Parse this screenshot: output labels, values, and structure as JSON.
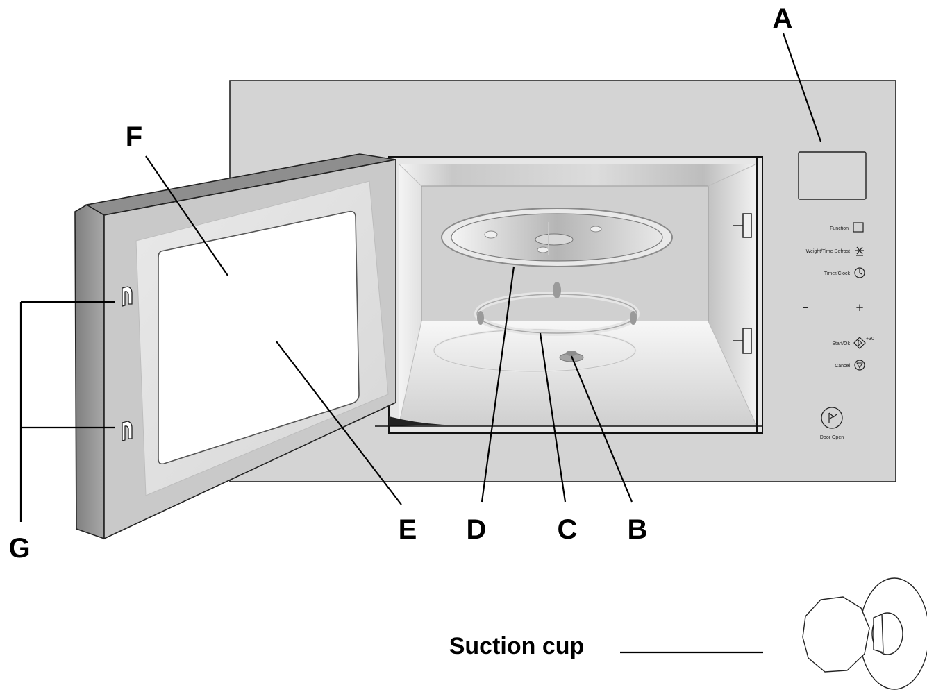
{
  "callouts": {
    "a": "A",
    "b": "B",
    "c": "C",
    "d": "D",
    "e": "E",
    "f": "F",
    "g": "G"
  },
  "control_panel": {
    "function_label": "Function",
    "weight_time_defrost_label": "Weight/Time Defrost",
    "timer_clock_label": "Timer/Clock",
    "minus_label": "–",
    "plus_label": "+",
    "start_ok_label": "Start/Ok",
    "start_ok_superscript": "+30",
    "cancel_label": "Cancel",
    "door_open_label": "Door Open"
  },
  "caption": {
    "suction_cup": "Suction cup"
  },
  "colors": {
    "body_panel": "#d4d4d4",
    "cavity": "#cfcfcf",
    "door_frame": "#c9c9c9",
    "door_edge": "#8d8d8d",
    "door_window": "#ffffff",
    "ink": "#000000"
  }
}
